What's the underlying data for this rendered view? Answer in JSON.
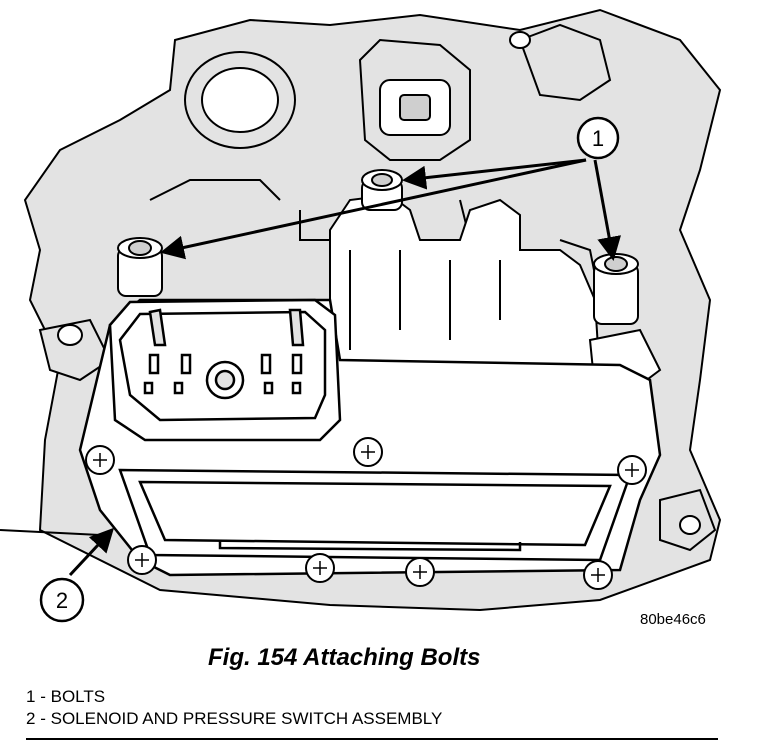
{
  "figure": {
    "callouts": [
      "1",
      "2"
    ],
    "image_code": "80be46c6",
    "caption": "Fig. 154 Attaching Bolts"
  },
  "legend": [
    {
      "number": "1",
      "separator": "-",
      "text": "BOLTS"
    },
    {
      "number": "2",
      "separator": "-",
      "text": "SOLENOID AND PRESSURE SWITCH ASSEMBLY"
    }
  ]
}
